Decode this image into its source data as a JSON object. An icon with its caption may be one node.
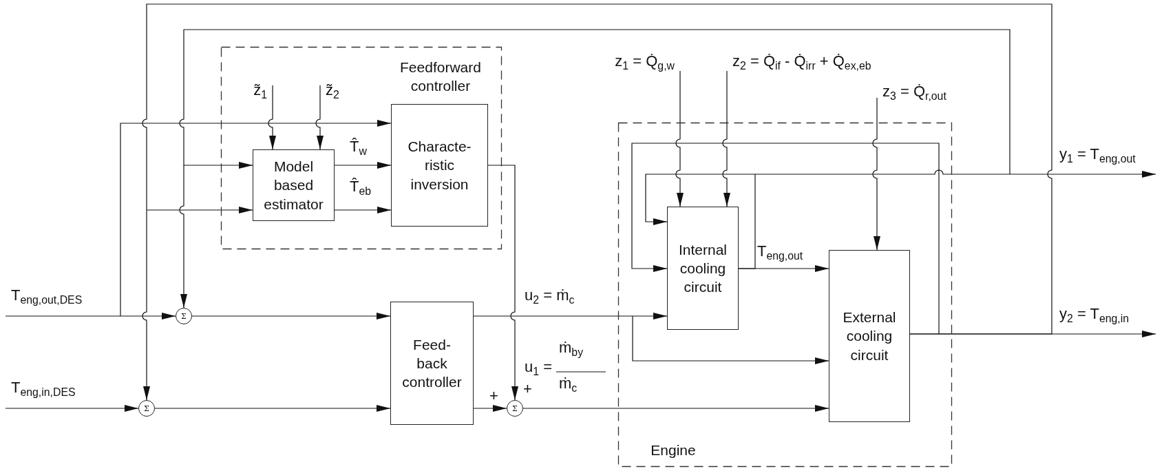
{
  "diagram": {
    "nodes": [
      {
        "text": [
          "Feedforward controller"
        ]
      },
      {
        "text": [
          "z̃$_{1}$"
        ],
        "in": 0
      },
      {
        "text": [
          "z̃$_{2}$"
        ],
        "in": 0
      },
      {
        "text": [
          "Model based estimator"
        ],
        "in": 0
      },
      {
        "text": [
          "Characte- ristic inversion"
        ],
        "in": 0
      },
      {
        "text": [
          "T$_{eng,out,DES}$"
        ]
      },
      {
        "text": [
          "T$_{eng,in,DES}$"
        ]
      },
      {
        "text": [
          "Σ"
        ]
      },
      {
        "text": [
          "Σ"
        ]
      },
      {
        "text": [
          "Feed- back controller"
        ]
      },
      {
        "text": [
          "Σ"
        ]
      },
      {
        "text": [
          "z$_{1}$ = Q̇$_{g,w}$"
        ]
      },
      {
        "text": [
          "z$_{2}$ = Q̇$_{if}$ - Q̇$_{irr}$ + Q̇$_{ex,eb}$"
        ]
      },
      {
        "text": [
          "z$_{3}$ = Q̇$_{r,out}$"
        ]
      },
      {
        "text": [
          "Engine"
        ]
      },
      {
        "text": [
          "Internal cooling circuit"
        ],
        "in": 14
      },
      {
        "text": [
          "External cooling circuit"
        ],
        "in": 14
      },
      {
        "text": [
          "y$_{1}$ = T$_{eng,out}$"
        ]
      },
      {
        "text": [
          "y$_{2}$ = T$_{eng,in}$"
        ]
      }
    ],
    "edges": [
      {
        "from": 5,
        "to": 7,
        "arrow": "to"
      },
      {
        "from": 5,
        "to": 4,
        "arrow": "to"
      },
      {
        "from": 6,
        "to": 8,
        "arrow": "to"
      },
      {
        "from": 1,
        "to": 3,
        "arrow": "to"
      },
      {
        "from": 2,
        "to": 3,
        "arrow": "to"
      },
      {
        "from": 3,
        "to": 4,
        "arrow": "to",
        "label": "T̂$_{w}$"
      },
      {
        "from": 3,
        "to": 4,
        "arrow": "to",
        "label": "T̂$_{eb}$"
      },
      {
        "from": 4,
        "to": 10,
        "arrow": "to"
      },
      {
        "from": 7,
        "to": 9,
        "arrow": "to"
      },
      {
        "from": 8,
        "to": 9,
        "arrow": "to"
      },
      {
        "from": 9,
        "to": 10,
        "arrow": "to"
      },
      {
        "from": 9,
        "to": 15,
        "arrow": "to",
        "label": "u$_{2}$ = ṁ$_{c}$"
      },
      {
        "from": 9,
        "to": 16,
        "arrow": "to"
      },
      {
        "from": 10,
        "to": 16,
        "arrow": "to"
      },
      {
        "from": 11,
        "to": 15,
        "arrow": "to"
      },
      {
        "from": 12,
        "to": 15,
        "arrow": "to"
      },
      {
        "from": 13,
        "to": 16,
        "arrow": "to"
      },
      {
        "from": 15,
        "to": 16,
        "arrow": "to",
        "label": "T$_{eng,out}$"
      },
      {
        "from": 15,
        "to": 17,
        "arrow": "to"
      },
      {
        "from": 15,
        "to": 15,
        "arrow": "to"
      },
      {
        "from": 15,
        "to": 3,
        "arrow": "to"
      },
      {
        "from": 15,
        "to": 7,
        "arrow": "to"
      },
      {
        "from": 16,
        "to": 18,
        "arrow": "to"
      },
      {
        "from": 16,
        "to": 15,
        "arrow": "to"
      },
      {
        "from": 16,
        "to": 8,
        "arrow": "to"
      },
      {
        "from": 16,
        "to": 3,
        "arrow": "to"
      }
    ],
    "labels": [
      "u$_{1}$ =",
      "ṁ$_{by}$",
      "ṁ$_{c}$",
      "+",
      "+"
    ]
  }
}
